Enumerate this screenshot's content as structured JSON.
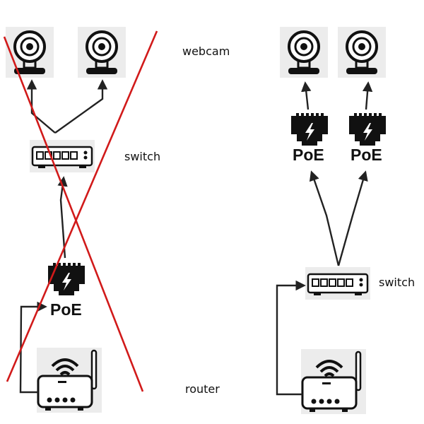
{
  "labels": {
    "webcam": "webcam",
    "switch_left": "switch",
    "switch_right": "switch",
    "router": "router",
    "poe_left": "PoE",
    "poe_right_1": "PoE",
    "poe_right_2": "PoE"
  },
  "colors": {
    "cross": "#d11a1a",
    "wire": "#222222",
    "device_bg": "#ececec"
  },
  "icons": [
    "webcam-icon",
    "switch-icon",
    "poe-injector-icon",
    "router-icon"
  ]
}
